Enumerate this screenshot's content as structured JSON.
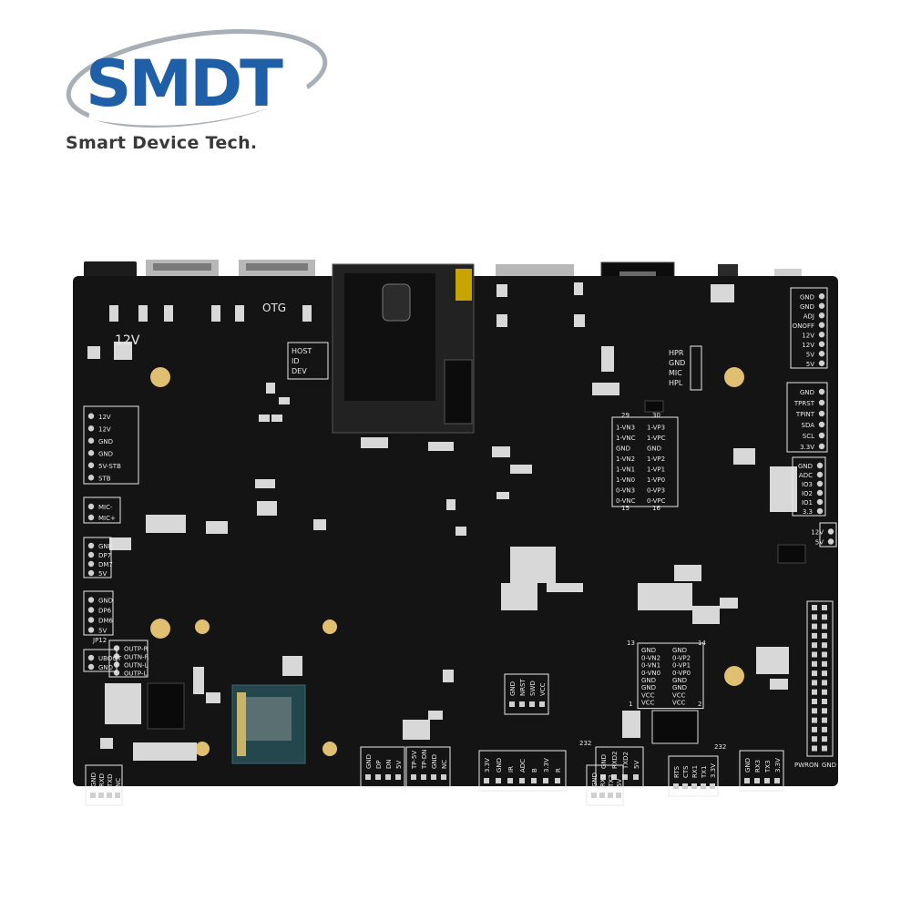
{
  "brand": {
    "logo_text": "SMDT",
    "tagline": "Smart Device Tech.",
    "color_blue": "#1f5fa8",
    "color_ring": "#9aa0a8"
  },
  "board": {
    "pcb_color": "#141414",
    "silkscreen_color": "#e8e8e8",
    "pad_color": "#d7d7d7",
    "labels": {
      "otg": "OTG",
      "v12": "12V",
      "host": "HOST",
      "id": "ID",
      "dev": "DEV",
      "hpr": "HPR",
      "gnd": "GND",
      "mic": "MIC",
      "hpl": "HPL",
      "jp12": "JP12",
      "uboot": "UBOOT",
      "pwron": "PWRON",
      "n29": "29",
      "n30": "30",
      "n15": "15",
      "n16": "16",
      "n13": "13",
      "n14": "14",
      "n1": "1",
      "n2": "2",
      "n232a": "232",
      "n232b": "232"
    },
    "left_header_1": [
      "12V",
      "12V",
      "GND",
      "GND",
      "5V-STB",
      "STB"
    ],
    "mic_header": [
      "MIC-",
      "MIC+"
    ],
    "usb_header_1": [
      "GND",
      "DP7",
      "DM7",
      "5V"
    ],
    "usb_header_2": [
      "GND",
      "DP6",
      "DM6",
      "5V"
    ],
    "spk_header": [
      "OUTP-R",
      "OUTN-R",
      "OUTN-L",
      "OUTP-L"
    ],
    "uboot_header": [
      "UBOOT",
      "GND"
    ],
    "bl_header": [
      "GND",
      "GND",
      "ADJ",
      "ONOFF",
      "12V",
      "12V",
      "5V",
      "5V"
    ],
    "tp_header": [
      "GND",
      "TPRST",
      "TPINT",
      "SDA",
      "SCL",
      "3.3V"
    ],
    "gpio_header": [
      "GND",
      "ADC",
      "IO3",
      "IO2",
      "IO1",
      "3.3"
    ],
    "lvds1_left": [
      "1-VN3",
      "1-VNC",
      "GND",
      "1-VN2",
      "1-VN1",
      "1-VN0",
      "0-VN3",
      "0-VNC"
    ],
    "lvds1_right": [
      "1-VP3",
      "1-VPC",
      "GND",
      "1-VP2",
      "1-VP1",
      "1-VP0",
      "0-VP3",
      "0-VPC"
    ],
    "lvds2_left": [
      "GND",
      "0-VN2",
      "0-VN1",
      "0-VN0",
      "GND",
      "GND",
      "VCC",
      "VCC"
    ],
    "lvds2_right": [
      "GND",
      "0-VP2",
      "0-VP1",
      "0-VP0",
      "GND",
      "GND",
      "VCC",
      "VCC"
    ],
    "swd_header": [
      "GND",
      "NRST",
      "SWD",
      "VCC"
    ],
    "bottom_header_adc": [
      "3.3V",
      "GND",
      "IR",
      "ADC",
      "B",
      "3.3V",
      "R"
    ],
    "usb_bottom_header": [
      "GND",
      "DP",
      "DN",
      "5V"
    ],
    "usb_bottom_header_2": [
      "TP-5V",
      "TP-DN",
      "GND",
      "NC"
    ],
    "rs232_header_1": [
      "GND",
      "RXD2",
      "TXD2",
      "5V"
    ],
    "rs232_header_2": [
      "GND",
      "RX2",
      "TX2",
      "5V"
    ],
    "rs232_header_3": [
      "RTS",
      "CTS",
      "RX1",
      "TX1",
      "3.3V"
    ],
    "uart_header": [
      "GND",
      "RX3",
      "TX3",
      "3.3V"
    ],
    "left_bottom_header": [
      "GND",
      "RXD",
      "TXD",
      "NC"
    ],
    "pwron_header": [
      "PWRON",
      "GND"
    ],
    "right_12v": [
      "12V",
      "5V"
    ]
  }
}
